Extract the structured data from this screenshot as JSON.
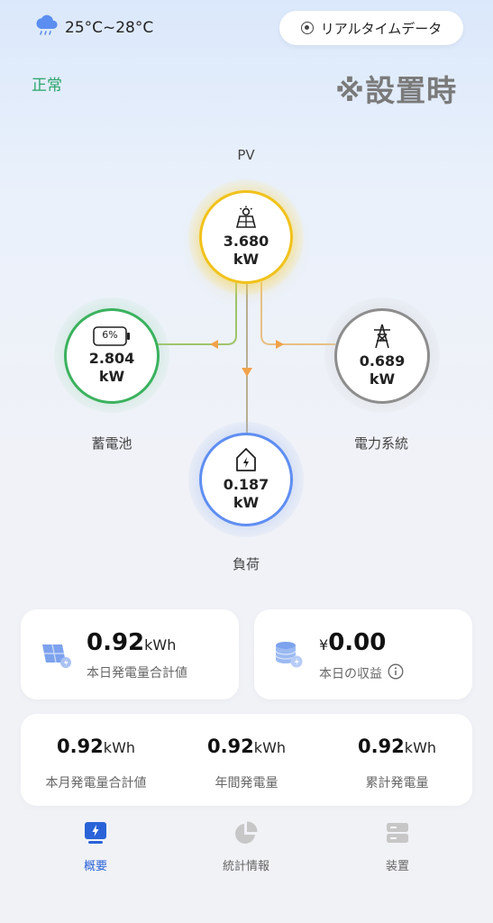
{
  "header": {
    "weather_icon": "cloud-rain-icon",
    "temperature": "25°C~28°C",
    "realtime_button": "リアルタイムデータ",
    "status": "正常",
    "install_note": "※設置時"
  },
  "flow": {
    "pv": {
      "label": "PV",
      "value": "3.680",
      "unit": "kW",
      "icon": "solar-panel-icon",
      "color": "#f1c21b"
    },
    "battery": {
      "label": "蓄電池",
      "value": "2.804",
      "unit": "kW",
      "percent": "6%",
      "icon": "battery-icon",
      "color": "#3bb25e"
    },
    "grid": {
      "label": "電力系統",
      "value": "0.689",
      "unit": "kW",
      "icon": "power-tower-icon",
      "color": "#8d8d8d"
    },
    "load": {
      "label": "負荷",
      "value": "0.187",
      "unit": "kW",
      "icon": "home-bolt-icon",
      "color": "#5f8ef2"
    }
  },
  "stats": {
    "today_generation": {
      "value": "0.92",
      "unit": "kWh",
      "label": "本日発電量合計値"
    },
    "today_income": {
      "currency": "¥",
      "value": "0.00",
      "label": "本日の収益",
      "info_icon": "info-icon"
    },
    "month_generation": {
      "value": "0.92",
      "unit": "kWh",
      "label": "本月発電量合計値"
    },
    "year_generation": {
      "value": "0.92",
      "unit": "kWh",
      "label": "年間発電量"
    },
    "total_generation": {
      "value": "0.92",
      "unit": "kWh",
      "label": "累計発電量"
    }
  },
  "tabs": [
    {
      "label": "概要",
      "icon": "overview-icon",
      "active": true
    },
    {
      "label": "統計情報",
      "icon": "pie-chart-icon",
      "active": false
    },
    {
      "label": "装置",
      "icon": "device-icon",
      "active": false
    }
  ],
  "colors": {
    "accent": "#2a63d8",
    "status_green": "#2aa46a"
  }
}
